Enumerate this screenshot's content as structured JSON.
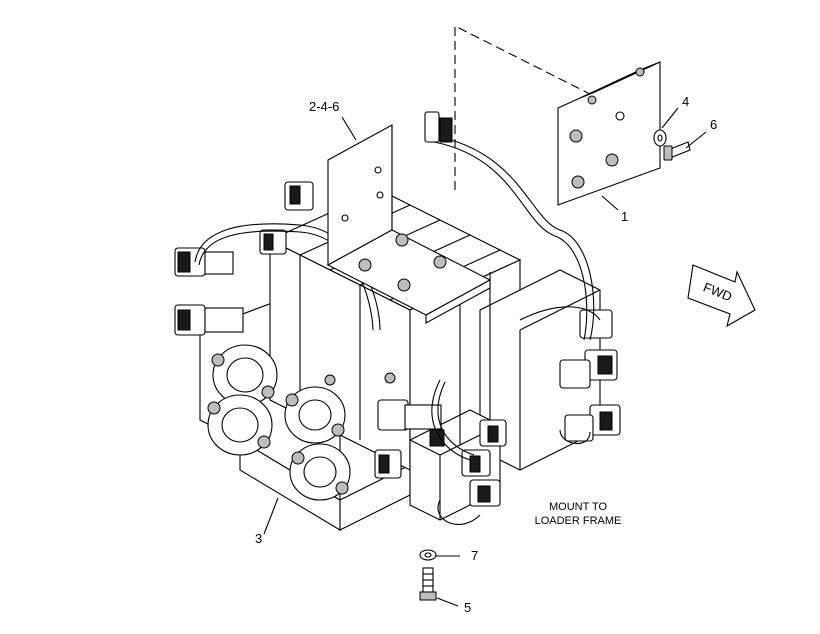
{
  "callouts": {
    "c_1": "1",
    "c_246": "2-4-6",
    "c_3": "3",
    "c_4": "4",
    "c_5": "5",
    "c_6": "6",
    "c_7": "7"
  },
  "note": {
    "line1": "MOUNT TO",
    "line2": "LOADER FRAME"
  },
  "fwd_label": "FWD"
}
